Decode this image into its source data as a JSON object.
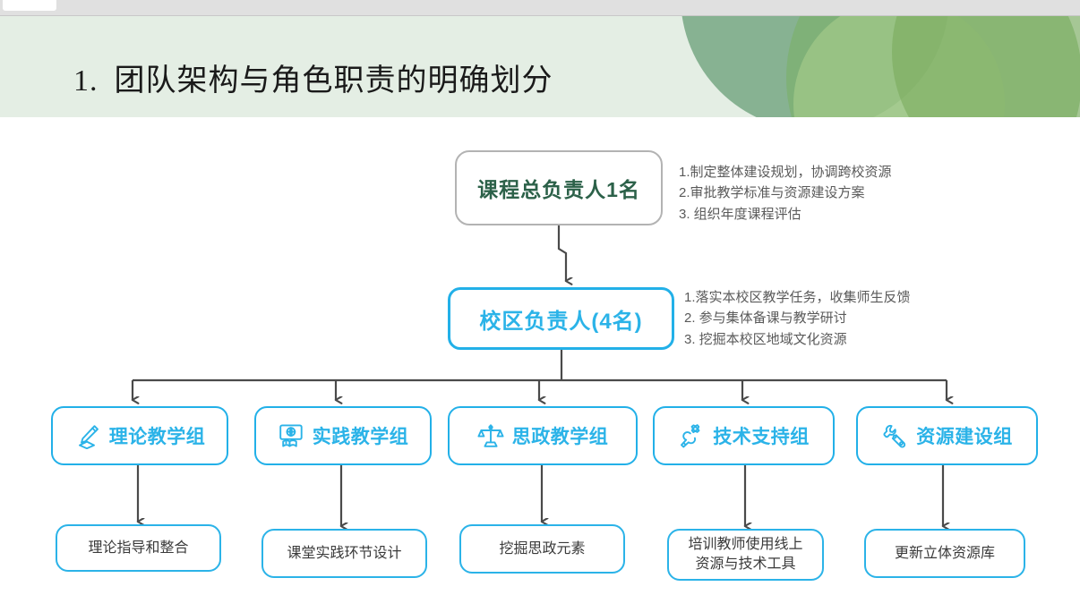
{
  "chrome": {
    "tab_label": ""
  },
  "slide": {
    "title_number": "1.",
    "title_text": "团队架构与角色职责的明确划分"
  },
  "diagram": {
    "type": "org-chart",
    "accent_color": "#2bb3e8",
    "chief_text_color": "#2c6149",
    "chief_border_color": "#b3b3b3",
    "connector_color": "#4a4a4a",
    "levels": {
      "chief": {
        "label": "课程总负责人1名",
        "responsibilities": [
          "1.制定整体建设规划，协调跨校资源",
          "2.审批教学标准与资源建设方案",
          "3. 组织年度课程评估"
        ]
      },
      "campus": {
        "label": "校区负责人(4名)",
        "responsibilities": [
          "1.落实本校区教学任务，收集师生反馈",
          "2. 参与集体备课与教学研讨",
          "3. 挖掘本校区地域文化资源"
        ]
      },
      "groups": [
        {
          "label": "理论教学组",
          "icon": "pencil-graduation-icon",
          "task": "理论指导和整合"
        },
        {
          "label": "实践教学组",
          "icon": "presentation-globe-icon",
          "task": "课堂实践环节设计"
        },
        {
          "label": "思政教学组",
          "icon": "balance-scales-icon",
          "task": "挖掘思政元素"
        },
        {
          "label": "技术支持组",
          "icon": "gear-wrench-icon",
          "task": "培训教师使用线上\n资源与技术工具"
        },
        {
          "label": "资源建设组",
          "icon": "wrench-screwdriver-icon",
          "task": "更新立体资源库"
        }
      ]
    }
  }
}
